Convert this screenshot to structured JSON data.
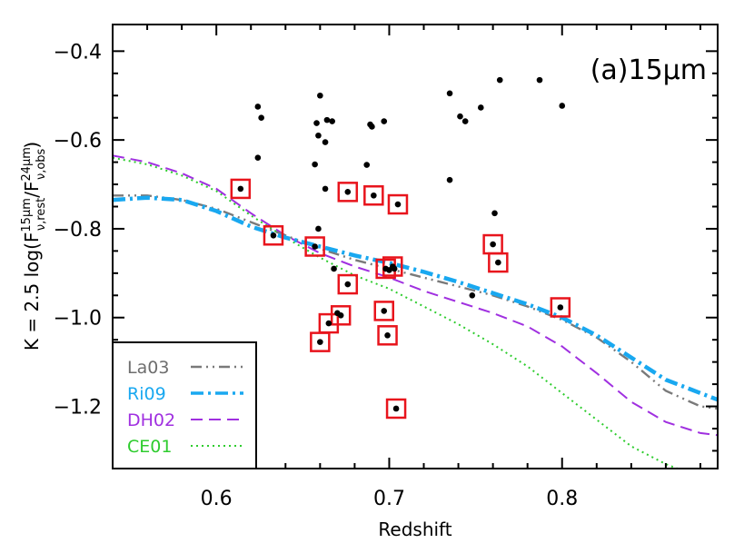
{
  "chart_data": {
    "type": "scatter",
    "panel_label": "(a)15μm",
    "xlabel": "Redshift",
    "ylabel": {
      "prefix": "K = 2.5 log(F",
      "num_sup": "15μm",
      "num_sub": "ν,rest",
      "mid": "/F",
      "den_sup": "24μm",
      "den_sub": "ν,obs",
      "suffix": ")"
    },
    "xlim": [
      0.54,
      0.89
    ],
    "ylim": [
      -1.34,
      -0.34
    ],
    "y_inverted": true,
    "xticks": [
      0.6,
      0.7,
      0.8
    ],
    "xtick_labels": [
      "0.6",
      "0.7",
      "0.8"
    ],
    "yticks": [
      -0.4,
      -0.6,
      -0.8,
      -1.0,
      -1.2
    ],
    "ytick_labels": [
      "−0.4",
      "−0.6",
      "−0.8",
      "−1.0",
      "−1.2"
    ],
    "grid": false,
    "legend_position": "bottom-left",
    "series": [
      {
        "name": "",
        "style": "points",
        "color": "#000000",
        "points": [
          {
            "x": 0.624,
            "y": -0.525
          },
          {
            "x": 0.626,
            "y": -0.55
          },
          {
            "x": 0.624,
            "y": -0.64
          },
          {
            "x": 0.66,
            "y": -0.5
          },
          {
            "x": 0.664,
            "y": -0.555
          },
          {
            "x": 0.667,
            "y": -0.558
          },
          {
            "x": 0.658,
            "y": -0.562
          },
          {
            "x": 0.659,
            "y": -0.59
          },
          {
            "x": 0.663,
            "y": -0.605
          },
          {
            "x": 0.657,
            "y": -0.655
          },
          {
            "x": 0.663,
            "y": -0.71
          },
          {
            "x": 0.659,
            "y": -0.8
          },
          {
            "x": 0.689,
            "y": -0.565
          },
          {
            "x": 0.69,
            "y": -0.57
          },
          {
            "x": 0.697,
            "y": -0.558
          },
          {
            "x": 0.687,
            "y": -0.656
          },
          {
            "x": 0.735,
            "y": -0.495
          },
          {
            "x": 0.741,
            "y": -0.547
          },
          {
            "x": 0.744,
            "y": -0.558
          },
          {
            "x": 0.753,
            "y": -0.527
          },
          {
            "x": 0.764,
            "y": -0.465
          },
          {
            "x": 0.787,
            "y": -0.465
          },
          {
            "x": 0.8,
            "y": -0.523
          },
          {
            "x": 0.735,
            "y": -0.69
          },
          {
            "x": 0.761,
            "y": -0.765
          },
          {
            "x": 0.668,
            "y": -0.89
          },
          {
            "x": 0.67,
            "y": -0.99
          },
          {
            "x": 0.7,
            "y": -0.893
          },
          {
            "x": 0.748,
            "y": -0.95
          },
          {
            "x": 0.703,
            "y": -0.89
          }
        ]
      },
      {
        "name": "",
        "style": "boxed-points",
        "color": "#e8141c",
        "points": [
          {
            "x": 0.614,
            "y": -0.71
          },
          {
            "x": 0.633,
            "y": -0.815
          },
          {
            "x": 0.657,
            "y": -0.84
          },
          {
            "x": 0.676,
            "y": -0.717
          },
          {
            "x": 0.691,
            "y": -0.725
          },
          {
            "x": 0.705,
            "y": -0.745
          },
          {
            "x": 0.676,
            "y": -0.925
          },
          {
            "x": 0.702,
            "y": -0.885
          },
          {
            "x": 0.698,
            "y": -0.89
          },
          {
            "x": 0.76,
            "y": -0.835
          },
          {
            "x": 0.763,
            "y": -0.876
          },
          {
            "x": 0.799,
            "y": -0.977
          },
          {
            "x": 0.672,
            "y": -0.995
          },
          {
            "x": 0.665,
            "y": -1.013
          },
          {
            "x": 0.66,
            "y": -1.055
          },
          {
            "x": 0.697,
            "y": -0.985
          },
          {
            "x": 0.699,
            "y": -1.04
          },
          {
            "x": 0.704,
            "y": -1.205
          }
        ]
      },
      {
        "name": "La03",
        "style": "line",
        "dash": "dash-dot-dot",
        "color": "#7a7a7a",
        "x": [
          0.54,
          0.56,
          0.58,
          0.6,
          0.62,
          0.64,
          0.66,
          0.68,
          0.7,
          0.72,
          0.74,
          0.76,
          0.78,
          0.8,
          0.82,
          0.84,
          0.86,
          0.88,
          0.89
        ],
        "y": [
          -0.725,
          -0.725,
          -0.735,
          -0.755,
          -0.785,
          -0.815,
          -0.845,
          -0.87,
          -0.89,
          -0.91,
          -0.93,
          -0.95,
          -0.975,
          -1.005,
          -1.045,
          -1.1,
          -1.165,
          -1.2,
          -1.205
        ]
      },
      {
        "name": "Ri09",
        "style": "line",
        "dash": "dash-dot",
        "color": "#19a8f0",
        "x": [
          0.54,
          0.56,
          0.58,
          0.6,
          0.62,
          0.64,
          0.66,
          0.68,
          0.7,
          0.72,
          0.74,
          0.76,
          0.78,
          0.8,
          0.82,
          0.84,
          0.86,
          0.88,
          0.89
        ],
        "y": [
          -0.735,
          -0.73,
          -0.735,
          -0.76,
          -0.795,
          -0.82,
          -0.84,
          -0.86,
          -0.877,
          -0.897,
          -0.92,
          -0.945,
          -0.97,
          -1.0,
          -1.04,
          -1.09,
          -1.14,
          -1.17,
          -1.185
        ]
      },
      {
        "name": "DH02",
        "style": "line",
        "dash": "dash",
        "color": "#a030e0",
        "x": [
          0.54,
          0.56,
          0.58,
          0.6,
          0.62,
          0.64,
          0.66,
          0.68,
          0.7,
          0.72,
          0.74,
          0.76,
          0.78,
          0.8,
          0.82,
          0.84,
          0.86,
          0.88,
          0.89
        ],
        "y": [
          -0.635,
          -0.65,
          -0.675,
          -0.71,
          -0.765,
          -0.815,
          -0.855,
          -0.885,
          -0.91,
          -0.94,
          -0.965,
          -0.99,
          -1.02,
          -1.065,
          -1.125,
          -1.19,
          -1.235,
          -1.26,
          -1.265
        ]
      },
      {
        "name": "CE01",
        "style": "line",
        "dash": "dot",
        "color": "#2ecc2e",
        "x": [
          0.54,
          0.56,
          0.58,
          0.6,
          0.62,
          0.64,
          0.66,
          0.68,
          0.7,
          0.72,
          0.74,
          0.76,
          0.78,
          0.8,
          0.82,
          0.84,
          0.86,
          0.88,
          0.89
        ],
        "y": [
          -0.64,
          -0.655,
          -0.68,
          -0.715,
          -0.77,
          -0.82,
          -0.865,
          -0.905,
          -0.935,
          -0.975,
          -1.015,
          -1.06,
          -1.11,
          -1.17,
          -1.23,
          -1.29,
          -1.33,
          -1.36,
          -1.37
        ]
      }
    ]
  }
}
